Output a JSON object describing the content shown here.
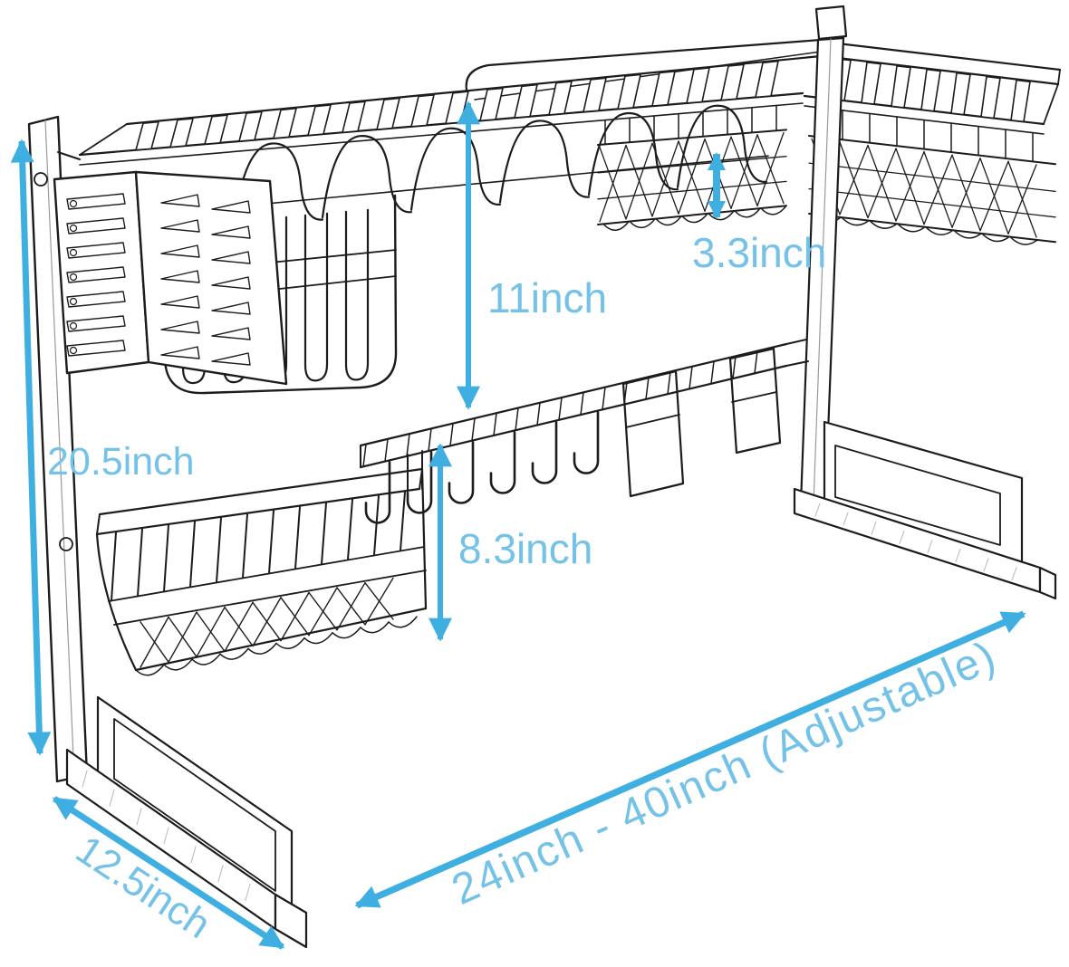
{
  "diagram": {
    "background": "#ffffff",
    "line_color": "#1c1c1c",
    "arrow_color": "#3FAFE2",
    "label_color": "#74C2E8"
  },
  "labels": {
    "height": "20.5inch",
    "upper_clearance": "11inch",
    "basket_depth": "3.3inch",
    "lower_clearance": "8.3inch",
    "depth": "12.5inch",
    "width_range": "24inch - 40inch (Adjustable)"
  }
}
